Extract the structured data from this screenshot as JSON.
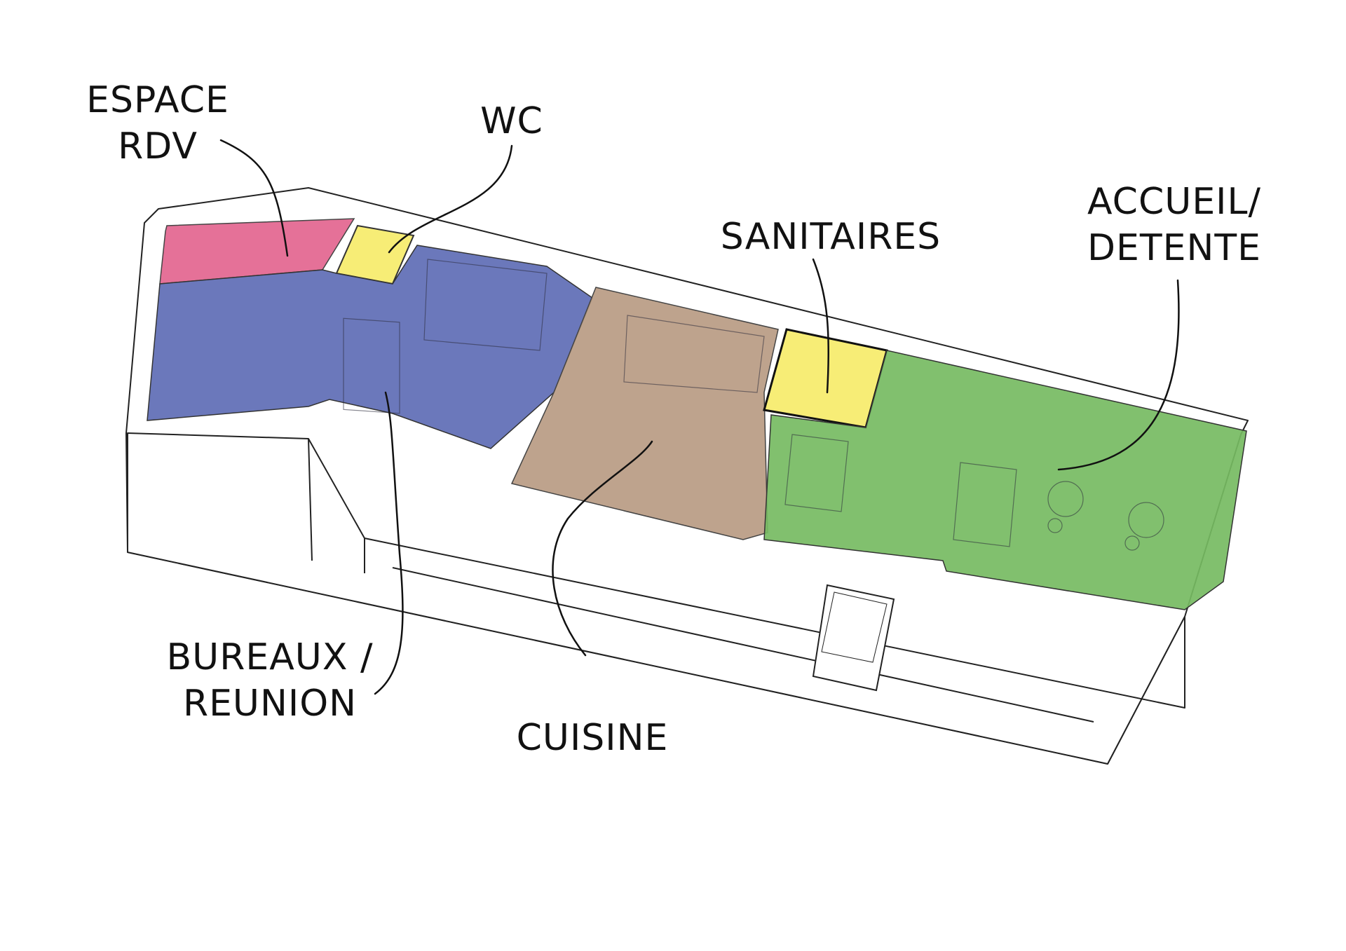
{
  "labels": {
    "espace_rdv": [
      "ESPACE",
      "RDV"
    ],
    "wc": "WC",
    "sanitaires": "SANITAIRES",
    "accueil_detente": [
      "ACCUEIL/",
      "DETENTE"
    ],
    "bureaux_reunion": [
      "BUREAUX /",
      "REUNION"
    ],
    "cuisine": "CUISINE"
  },
  "zone_colors": {
    "espace_rdv": "#e3658f",
    "wc": "#f6ec6a",
    "bureaux_reunion": "#5e6db5",
    "cuisine": "#b99b83",
    "sanitaires": "#f6ec6a",
    "accueil_detente": "#76bb62"
  }
}
